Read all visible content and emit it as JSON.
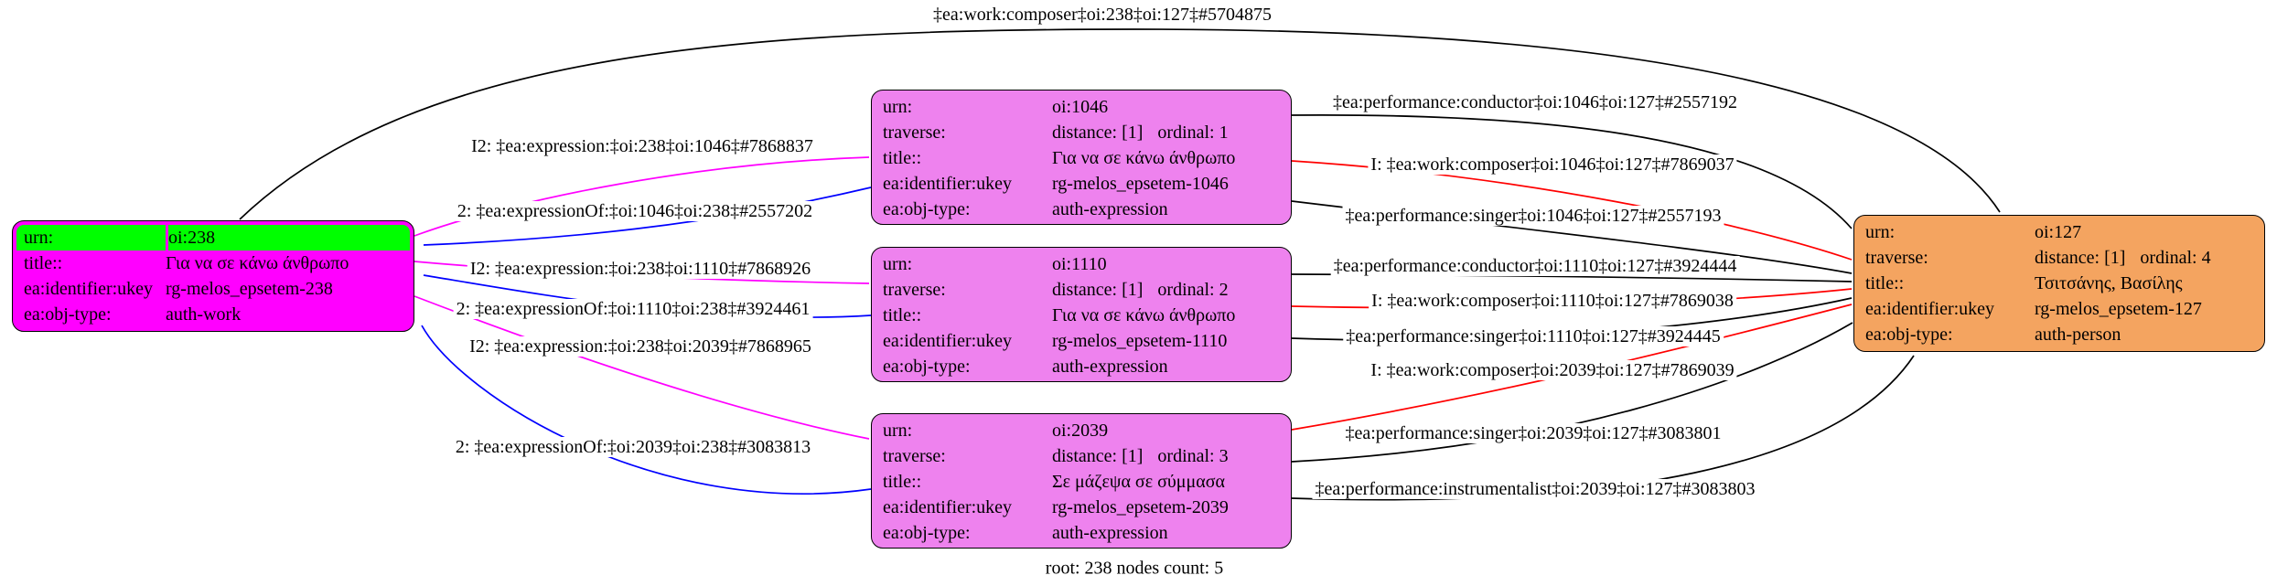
{
  "caption": "root: 238 nodes count: 5",
  "colors": {
    "work_node_fill": "#FF00FF",
    "urn_highlight": "#00FF00",
    "expression_node_fill": "#EE82EE",
    "person_node_fill": "#F4A460",
    "edge_black": "#000000",
    "edge_red": "#FF0000",
    "edge_blue": "#0000FF",
    "edge_magenta": "#FF00FF",
    "background": "#FFFFFF"
  },
  "nodes": {
    "n238": {
      "urn_key": "urn:",
      "urn": "oi:238",
      "title_key": "title::",
      "title": "Για να σε κάνω άνθρωπο",
      "id_key": "ea:identifier:ukey",
      "id": "rg-melos_epsetem-238",
      "type_key": "ea:obj-type:",
      "type": "auth-work"
    },
    "n1046": {
      "urn_key": "urn:",
      "urn": "oi:1046",
      "trav_key": "traverse:",
      "trav_dist": "distance: [1]",
      "trav_ord": "ordinal: 1",
      "title_key": "title::",
      "title": "Για να σε κάνω άνθρωπο",
      "id_key": "ea:identifier:ukey",
      "id": "rg-melos_epsetem-1046",
      "type_key": "ea:obj-type:",
      "type": "auth-expression"
    },
    "n1110": {
      "urn_key": "urn:",
      "urn": "oi:1110",
      "trav_key": "traverse:",
      "trav_dist": "distance: [1]",
      "trav_ord": "ordinal: 2",
      "title_key": "title::",
      "title": "Για να σε κάνω άνθρωπο",
      "id_key": "ea:identifier:ukey",
      "id": "rg-melos_epsetem-1110",
      "type_key": "ea:obj-type:",
      "type": "auth-expression"
    },
    "n2039": {
      "urn_key": "urn:",
      "urn": "oi:2039",
      "trav_key": "traverse:",
      "trav_dist": "distance: [1]",
      "trav_ord": "ordinal: 3",
      "title_key": "title::",
      "title": "Σε μάζεψα σε σύμμασα",
      "id_key": "ea:identifier:ukey",
      "id": "rg-melos_epsetem-2039",
      "type_key": "ea:obj-type:",
      "type": "auth-expression"
    },
    "n127": {
      "urn_key": "urn:",
      "urn": "oi:127",
      "trav_key": "traverse:",
      "trav_dist": "distance: [1]",
      "trav_ord": "ordinal: 4",
      "title_key": "title::",
      "title": "Τσιτσάνης, Βασίλης",
      "id_key": "ea:identifier:ukey",
      "id": "rg-melos_epsetem-127",
      "type_key": "ea:obj-type:",
      "type": "auth-person"
    }
  },
  "edge_labels": {
    "composer_238": "‡ea:work:composer‡oi:238‡oi:127‡#5704875",
    "expr_1046": "I2: ‡ea:expression:‡oi:238‡oi:1046‡#7868837",
    "exprof_1046": "2: ‡ea:expressionOf:‡oi:1046‡oi:238‡#2557202",
    "expr_1110": "I2: ‡ea:expression:‡oi:238‡oi:1110‡#7868926",
    "exprof_1110": "2: ‡ea:expressionOf:‡oi:1110‡oi:238‡#3924461",
    "expr_2039": "I2: ‡ea:expression:‡oi:238‡oi:2039‡#7868965",
    "exprof_2039": "2: ‡ea:expressionOf:‡oi:2039‡oi:238‡#3083813",
    "conductor_1046": "‡ea:performance:conductor‡oi:1046‡oi:127‡#2557192",
    "composer_1046": "I: ‡ea:work:composer‡oi:1046‡oi:127‡#7869037",
    "singer_1046": "‡ea:performance:singer‡oi:1046‡oi:127‡#2557193",
    "conductor_1110": "‡ea:performance:conductor‡oi:1110‡oi:127‡#3924444",
    "composer_1110": "I: ‡ea:work:composer‡oi:1110‡oi:127‡#7869038",
    "singer_1110": "‡ea:performance:singer‡oi:1110‡oi:127‡#3924445",
    "composer_2039": "I: ‡ea:work:composer‡oi:2039‡oi:127‡#7869039",
    "singer_2039": "‡ea:performance:singer‡oi:2039‡oi:127‡#3083801",
    "instrumentalist_2039": "‡ea:performance:instrumentalist‡oi:2039‡oi:127‡#3083803"
  },
  "edges": [
    {
      "label": "composer_238",
      "from": "oi:238",
      "to": "oi:127",
      "color": "#000000"
    },
    {
      "label": "expr_1046",
      "from": "oi:238",
      "to": "oi:1046",
      "color": "#FF00FF"
    },
    {
      "label": "exprof_1046",
      "from": "oi:1046",
      "to": "oi:238",
      "color": "#0000FF"
    },
    {
      "label": "expr_1110",
      "from": "oi:238",
      "to": "oi:1110",
      "color": "#FF00FF"
    },
    {
      "label": "exprof_1110",
      "from": "oi:1110",
      "to": "oi:238",
      "color": "#0000FF"
    },
    {
      "label": "expr_2039",
      "from": "oi:238",
      "to": "oi:2039",
      "color": "#FF00FF"
    },
    {
      "label": "exprof_2039",
      "from": "oi:2039",
      "to": "oi:238",
      "color": "#0000FF"
    },
    {
      "label": "conductor_1046",
      "from": "oi:1046",
      "to": "oi:127",
      "color": "#000000"
    },
    {
      "label": "composer_1046",
      "from": "oi:1046",
      "to": "oi:127",
      "color": "#FF0000"
    },
    {
      "label": "singer_1046",
      "from": "oi:1046",
      "to": "oi:127",
      "color": "#000000"
    },
    {
      "label": "conductor_1110",
      "from": "oi:1110",
      "to": "oi:127",
      "color": "#000000"
    },
    {
      "label": "composer_1110",
      "from": "oi:1110",
      "to": "oi:127",
      "color": "#FF0000"
    },
    {
      "label": "singer_1110",
      "from": "oi:1110",
      "to": "oi:127",
      "color": "#000000"
    },
    {
      "label": "composer_2039",
      "from": "oi:2039",
      "to": "oi:127",
      "color": "#FF0000"
    },
    {
      "label": "singer_2039",
      "from": "oi:2039",
      "to": "oi:127",
      "color": "#000000"
    },
    {
      "label": "instrumentalist_2039",
      "from": "oi:2039",
      "to": "oi:127",
      "color": "#000000"
    }
  ]
}
